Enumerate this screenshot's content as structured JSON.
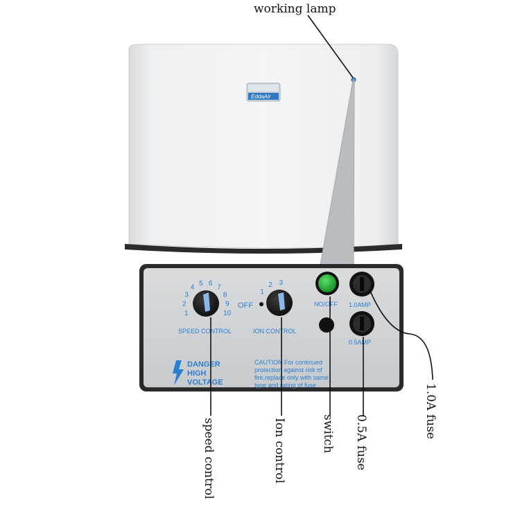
{
  "brand": {
    "logo_text": "EddaAir"
  },
  "callouts": {
    "working_lamp": "working lamp",
    "speed_control": "speed control",
    "ion_control": "Ion control",
    "switch": "switch",
    "fuse_05": "0.5A fuse",
    "fuse_10": "1.0A fuse"
  },
  "panel": {
    "speed_label": "SPEED CONTROL",
    "ion_label": "ION CONTROL",
    "off_label": "OFF",
    "switch_label": "NO/OFF",
    "fuse_top_label": "1.0AMP",
    "fuse_bottom_label": "0.5AMP",
    "speed_numbers": [
      "1",
      "2",
      "3",
      "4",
      "5",
      "6",
      "7",
      "8",
      "9",
      "10"
    ],
    "ion_numbers": [
      "1",
      "2",
      "3"
    ],
    "danger_lines": [
      "DANGER",
      "HIGH",
      "VOLTAGE"
    ],
    "caution_lines": [
      "CAUTION:For continued",
      "protection against risk of",
      "fire,replace only with same",
      "type and rating of fuse"
    ]
  },
  "colors": {
    "panel_text": "#2a7fd0",
    "switch_green": "#1fa733",
    "housing": "#eceef0"
  }
}
